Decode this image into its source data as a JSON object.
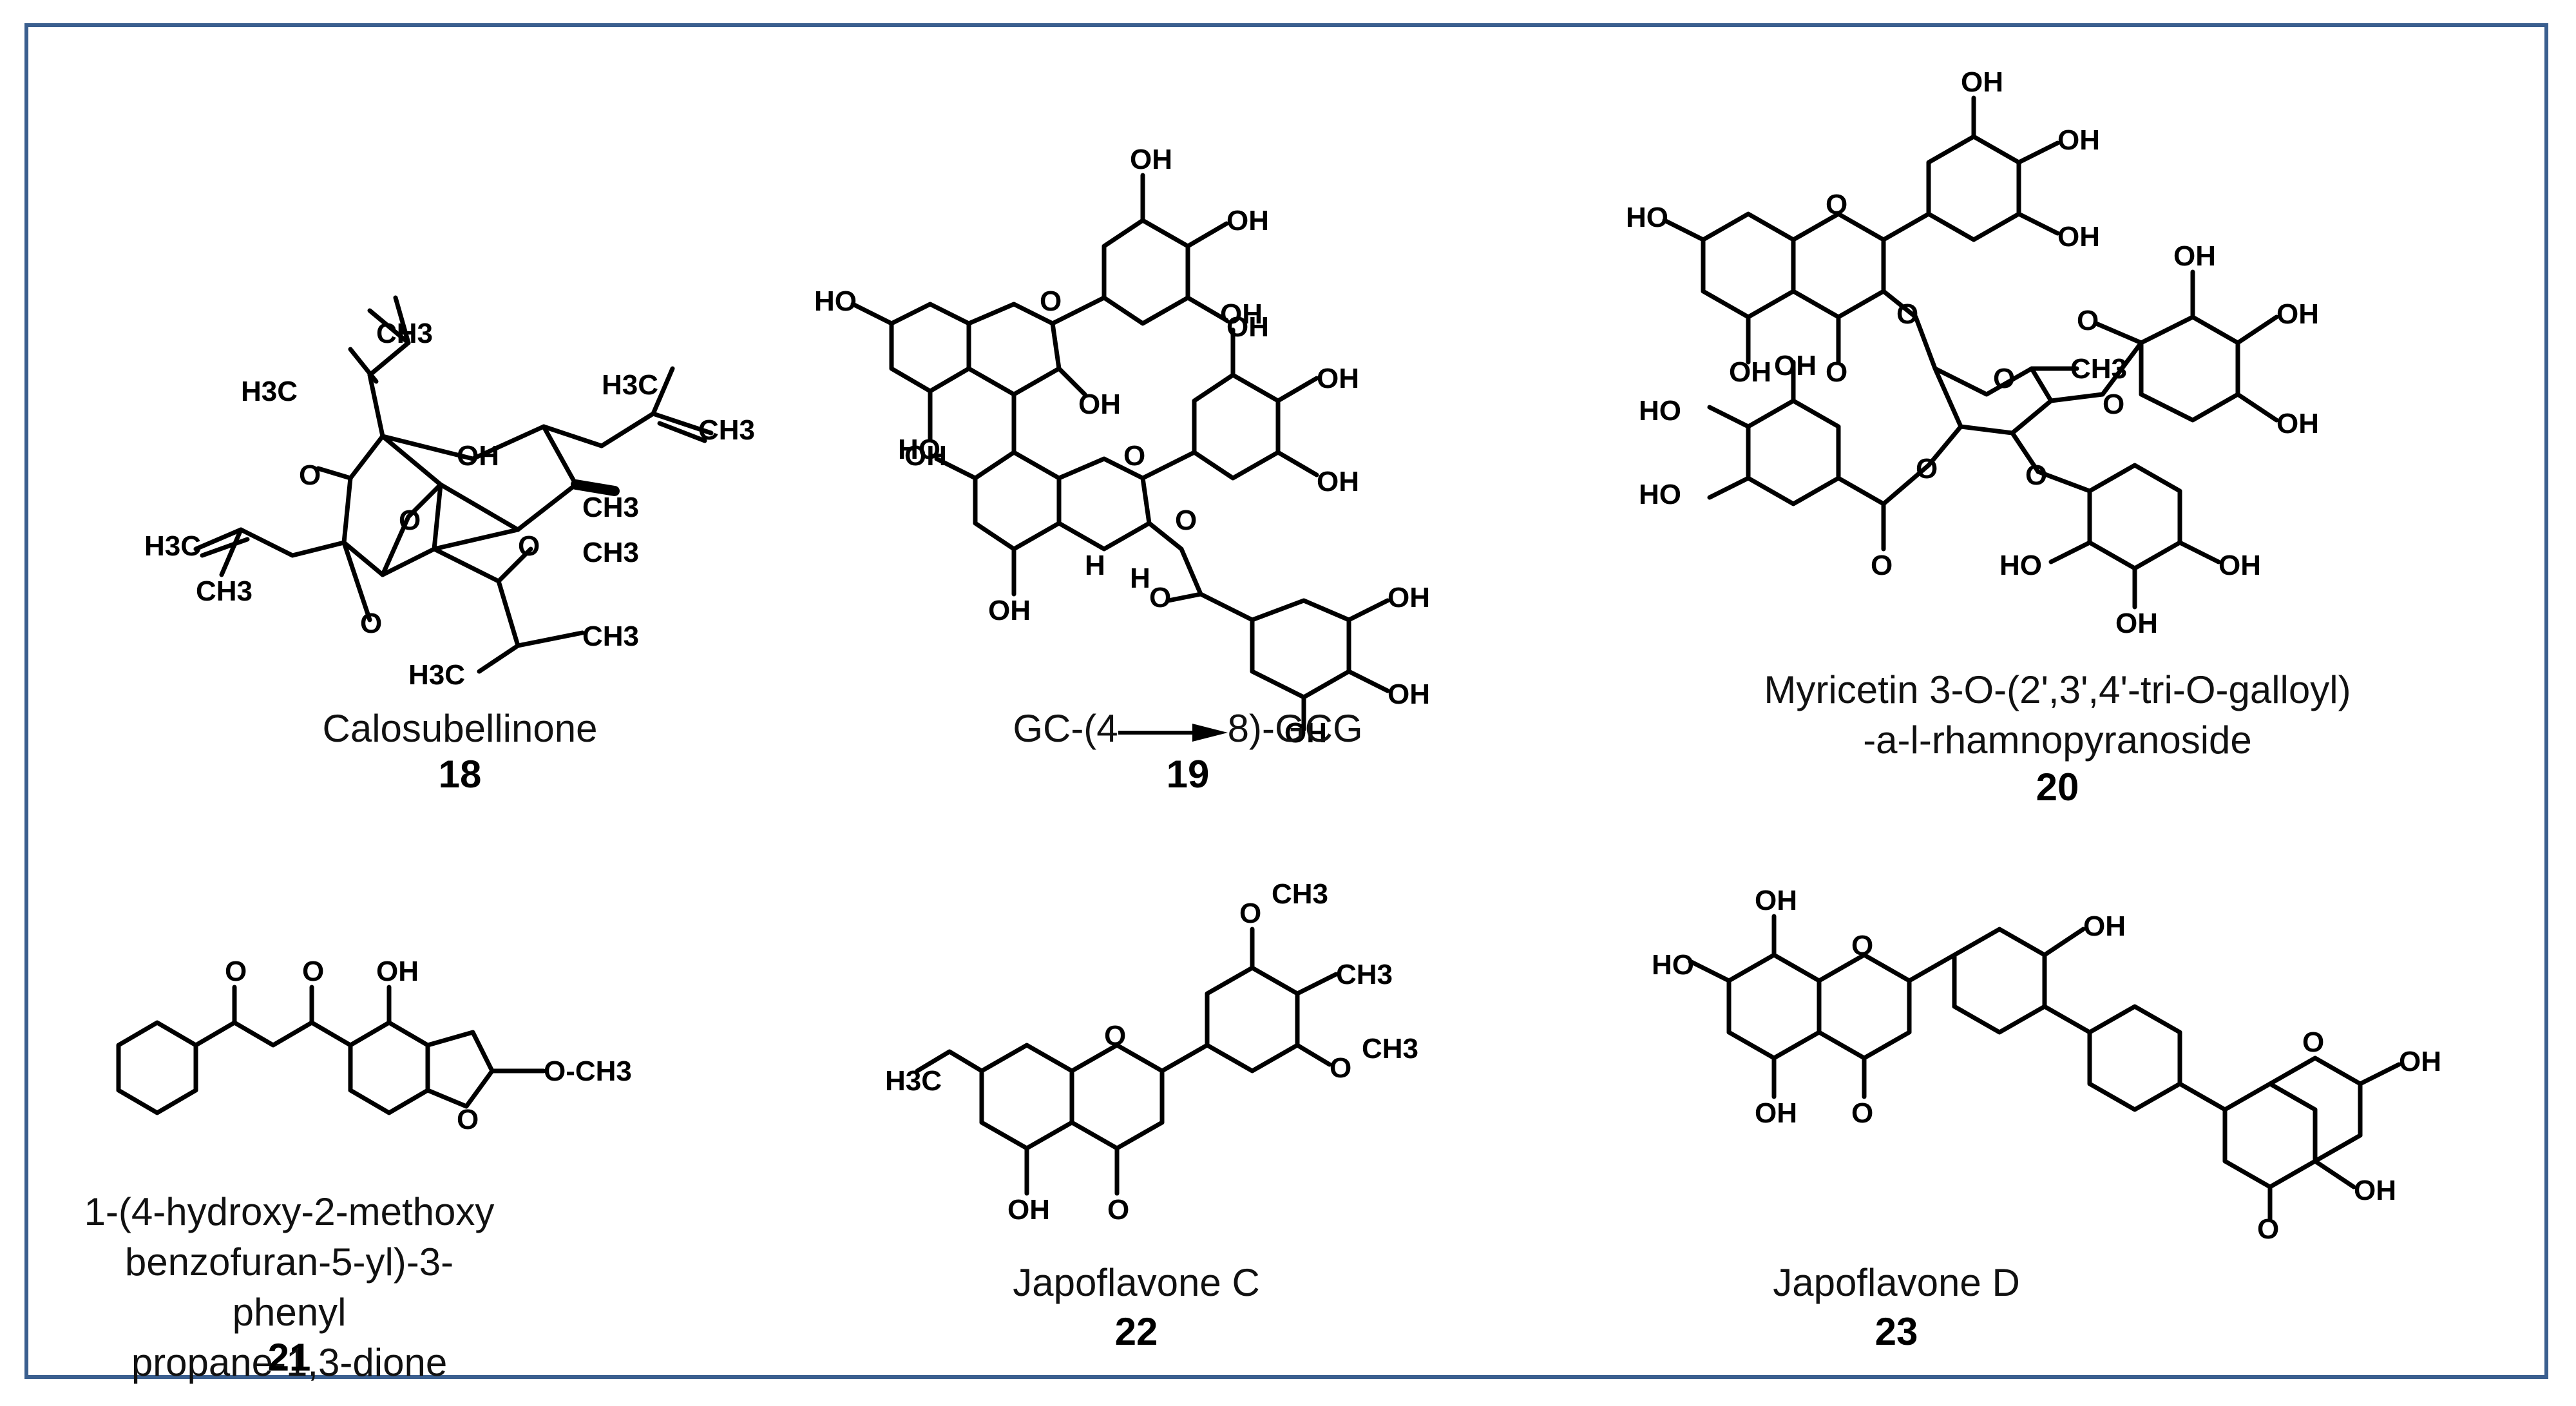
{
  "compounds": [
    {
      "name_lines": [
        "Calosubellinone"
      ],
      "number": "18"
    },
    {
      "name_lines": [
        "GC-(4",
        "8)-GCG"
      ],
      "number": "19"
    },
    {
      "name_lines": [
        "Myricetin 3-O-(2',3',4'-tri-O-galloyl)",
        "-a-l-rhamnopyranoside"
      ],
      "number": "20"
    },
    {
      "name_lines": [
        "1-(4-hydroxy-2-methoxy",
        "benzofuran-5-yl)-3-phenyl",
        "propane-1,3-dione"
      ],
      "number": "21"
    },
    {
      "name_lines": [
        "Japoflavone C"
      ],
      "number": "22"
    },
    {
      "name_lines": [
        "Japoflavone D"
      ],
      "number": "23"
    }
  ],
  "atoms": {
    "oh": "OH",
    "ho": "HO",
    "o": "O",
    "h": "H",
    "ch3": "CH3",
    "h3c": "H3C",
    "och3": "O-CH3"
  },
  "colors": {
    "frame": "#3b5f8f",
    "ink": "#000000"
  }
}
